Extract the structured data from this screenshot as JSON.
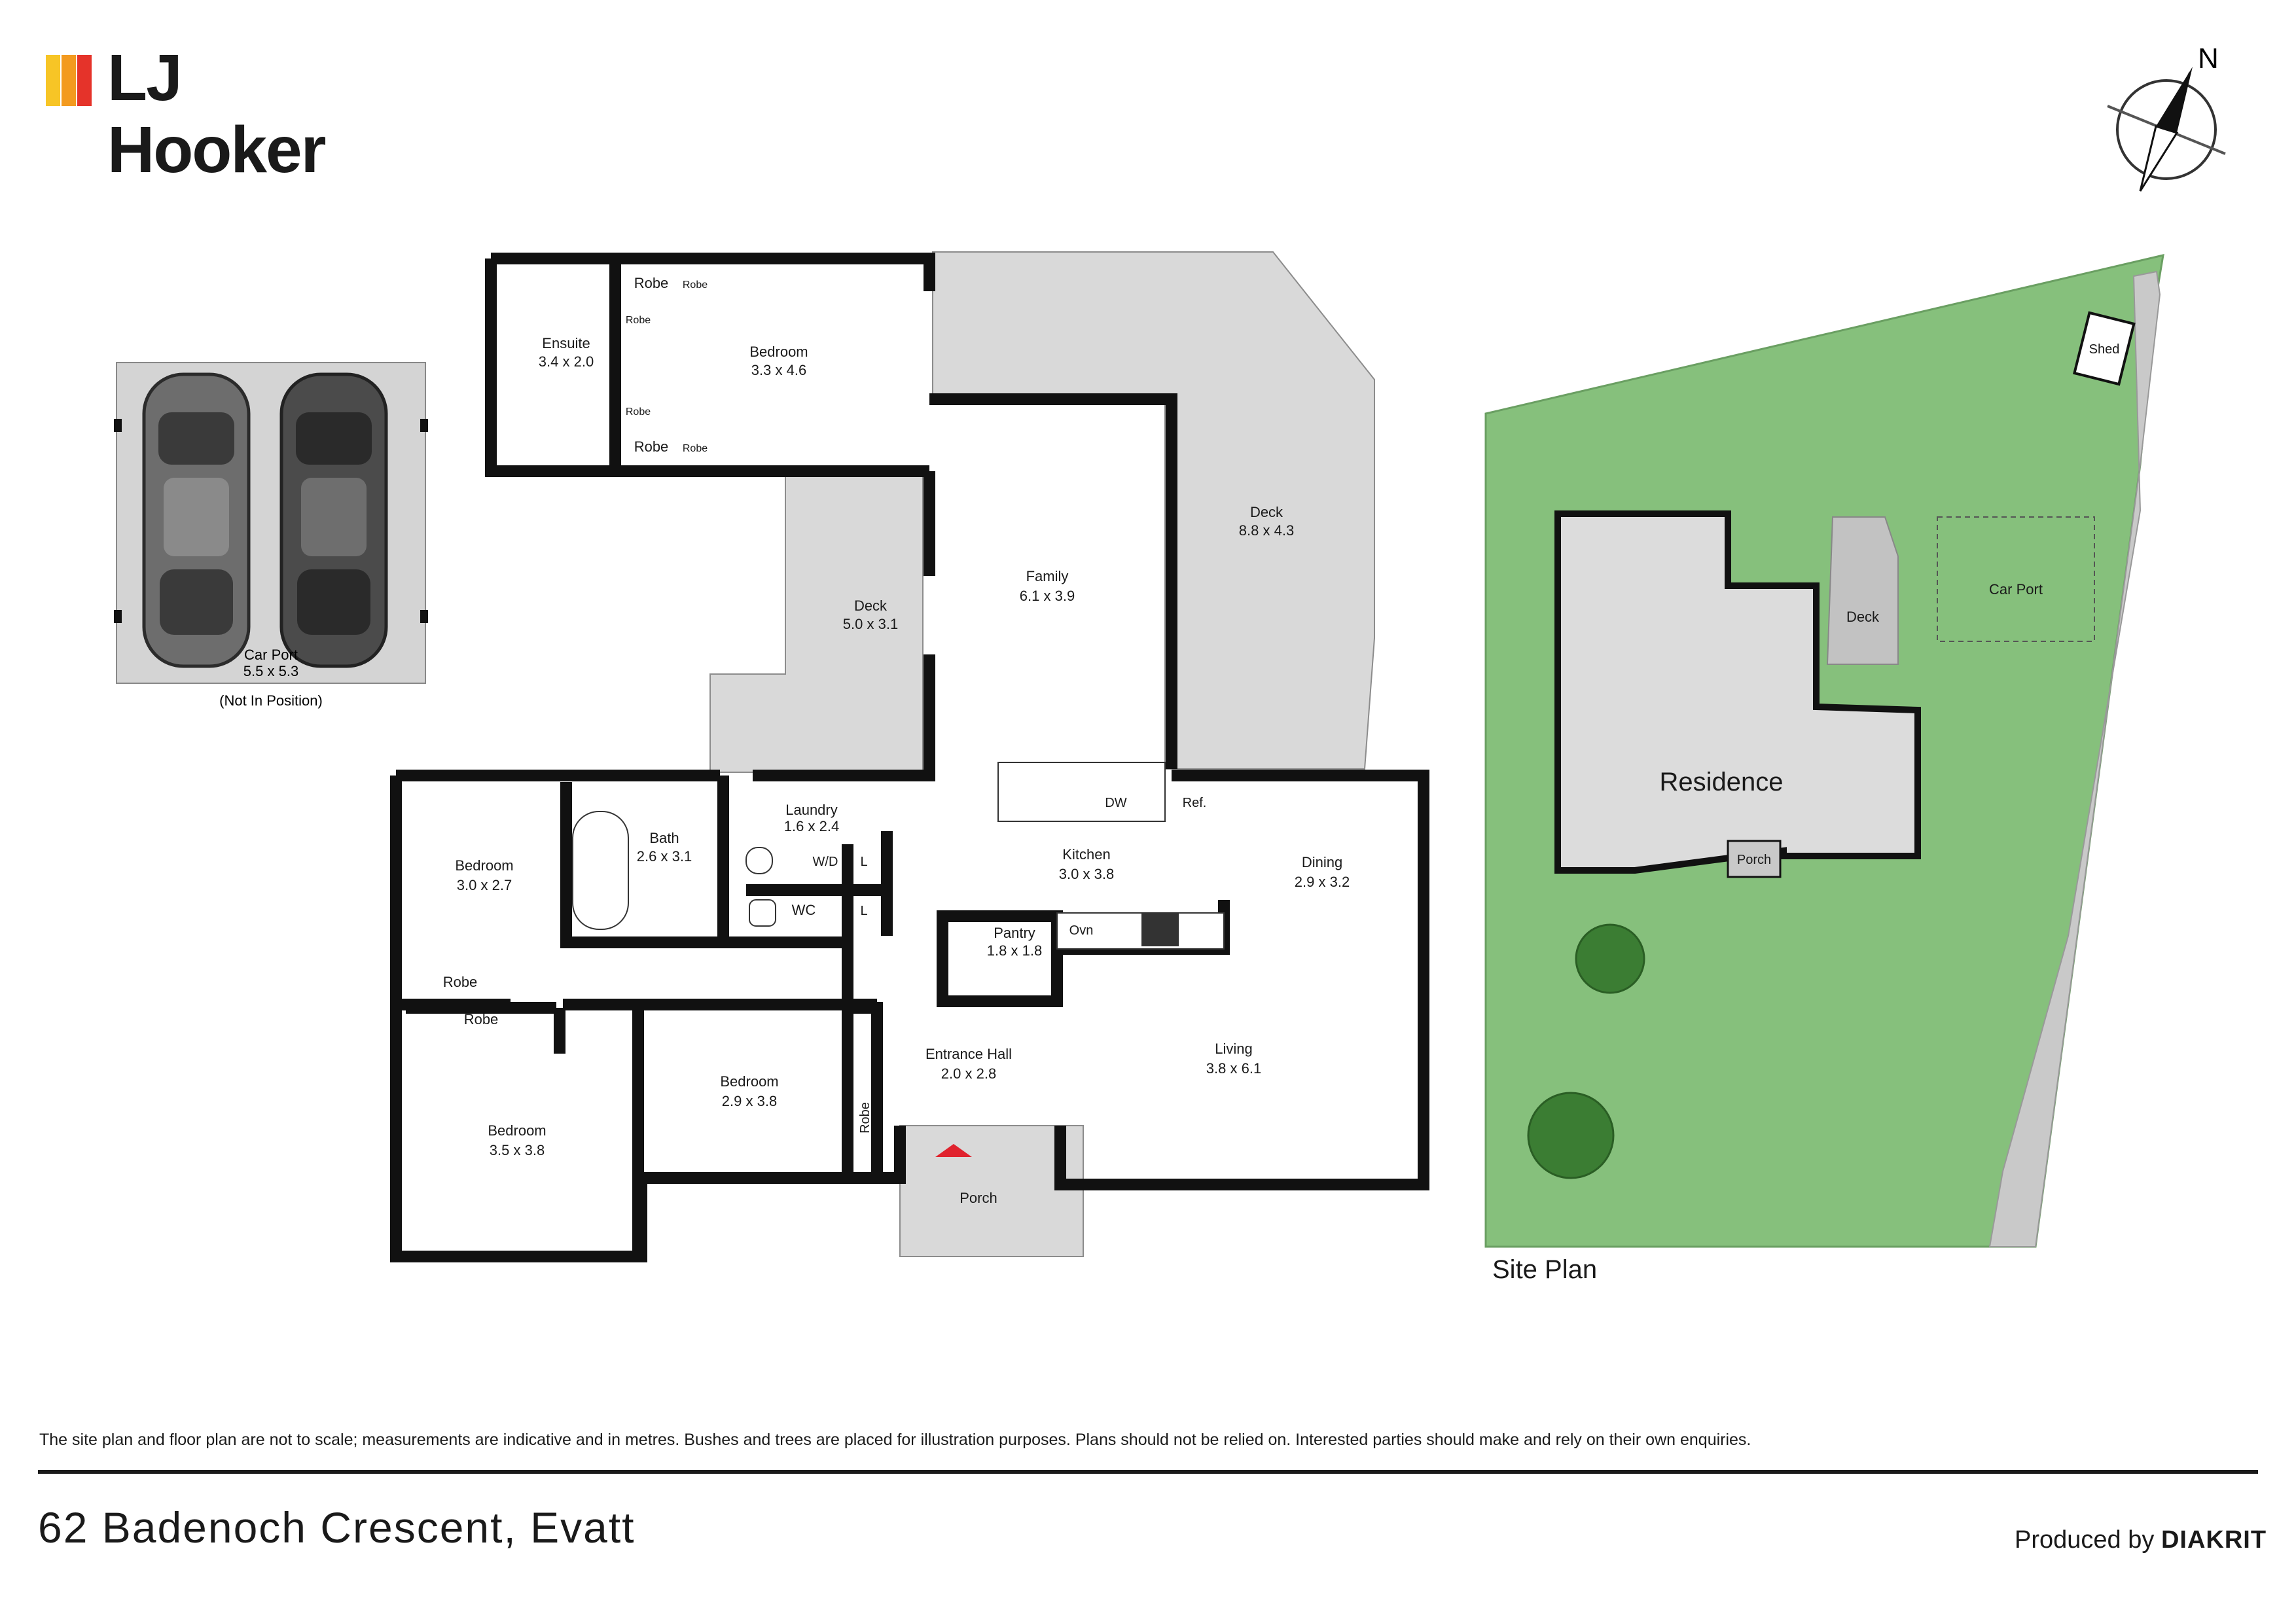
{
  "brand": {
    "name": "LJ Hooker",
    "bar_colors": [
      "#f7c526",
      "#f39a1f",
      "#e5332a"
    ]
  },
  "compass": {
    "north_label": "N"
  },
  "floor_plan": {
    "rooms": [
      {
        "name": "Ensuite",
        "dims": "3.4 x 2.0"
      },
      {
        "name": "Bedroom",
        "dims": "3.3 x 4.6"
      },
      {
        "name": "Deck",
        "dims": "8.8 x 4.3"
      },
      {
        "name": "Family",
        "dims": "6.1 x 3.9"
      },
      {
        "name": "Deck",
        "dims": "5.0 x 3.1"
      },
      {
        "name": "Bedroom",
        "dims": "3.0 x 2.7"
      },
      {
        "name": "Bath",
        "dims": "2.6 x 3.1"
      },
      {
        "name": "Laundry",
        "dims": "1.6 x 2.4"
      },
      {
        "name": "Kitchen",
        "dims": "3.0 x 3.8"
      },
      {
        "name": "Dining",
        "dims": "2.9 x 3.2"
      },
      {
        "name": "Pantry",
        "dims": "1.8 x 1.8"
      },
      {
        "name": "Entrance Hall",
        "dims": "2.0 x 2.8"
      },
      {
        "name": "Living",
        "dims": "3.8 x 6.1"
      },
      {
        "name": "Bedroom",
        "dims": "2.9 x 3.8"
      },
      {
        "name": "Bedroom",
        "dims": "3.5 x 3.8"
      }
    ],
    "labels": {
      "robe": "Robe",
      "wc": "WC",
      "wd": "W/D",
      "l": "L",
      "dw": "DW",
      "ref": "Ref.",
      "ovn": "Ovn",
      "porch": "Porch"
    }
  },
  "carport": {
    "name": "Car Port",
    "dims": "5.5 x 5.3",
    "note": "(Not In Position)"
  },
  "site_plan": {
    "title": "Site Plan",
    "residence": "Residence",
    "deck": "Deck",
    "car_port": "Car Port",
    "porch": "Porch",
    "shed": "Shed"
  },
  "footer": {
    "disclaimer": "The site plan and floor plan are not to scale; measurements are indicative and in metres. Bushes and trees are placed for illustration purposes. Plans should not be relied on. Interested parties should make and rely on their own enquiries.",
    "address": "62 Badenoch Crescent, Evatt",
    "produced_by": "Produced by",
    "producer": "DIAKRIT"
  }
}
